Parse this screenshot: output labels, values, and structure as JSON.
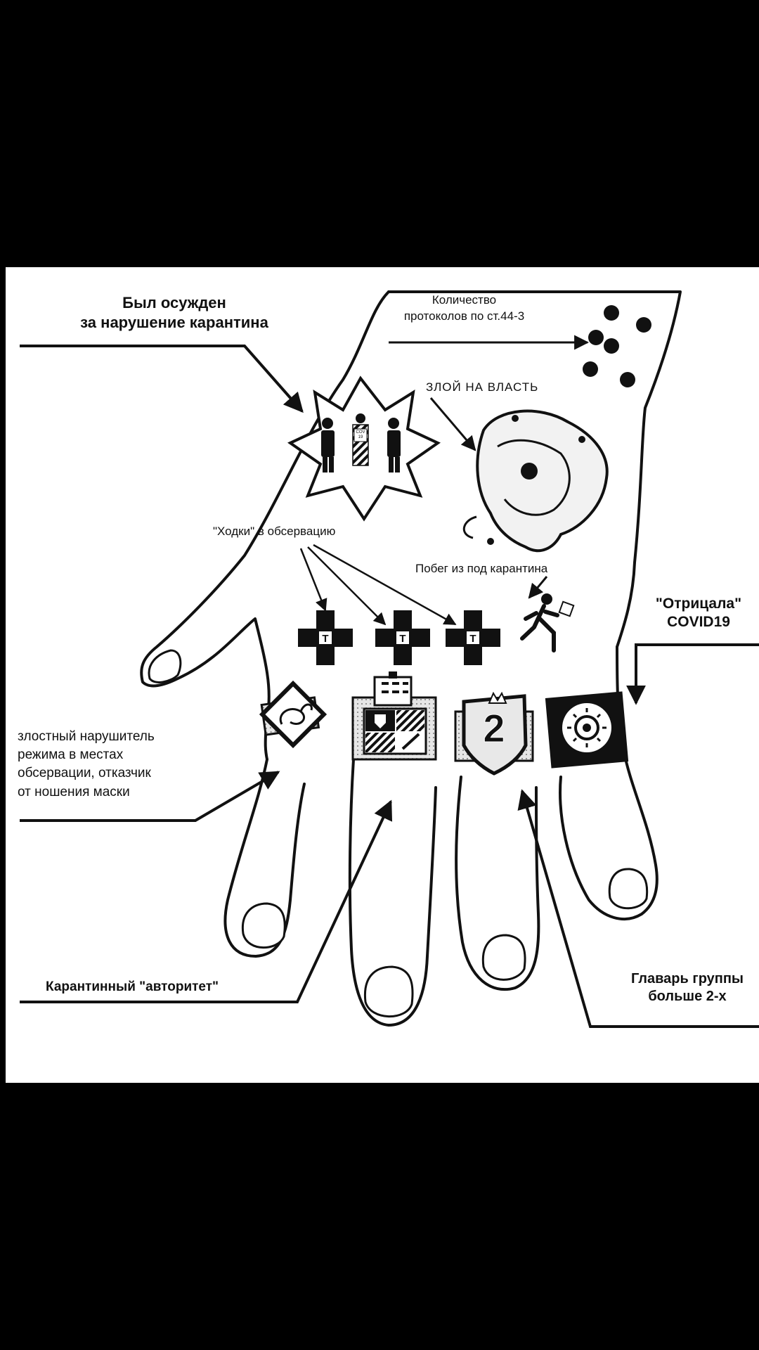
{
  "diagram": {
    "labels": {
      "convicted": "Был осужден\nза нарушение карантина",
      "protocols": "Количество\nпротоколов по ст.44-3",
      "evil_power": "ЗЛОЙ НА ВЛАСТЬ",
      "walks": "\"Ходки\" в обсервацию",
      "escape": "Побег из под карантина",
      "denier": "\"Отрицала\"\nCOVID19",
      "violator": "злостный нарушитель\nрежима в местах\nобсервации, отказчик\nот ношения маски",
      "authority": "Карантинный \"авторитет\"",
      "leader": "Главарь группы\nбольше 2-х",
      "cov_tag": "COV\n19",
      "crown_number": "2",
      "cross_letter": "Т"
    },
    "protocol_dot_count": 6,
    "walk_cross_count": 3,
    "colors": {
      "ink": "#111111",
      "paper": "#ffffff",
      "background": "#000000",
      "gray": "#c8c8c8"
    }
  }
}
